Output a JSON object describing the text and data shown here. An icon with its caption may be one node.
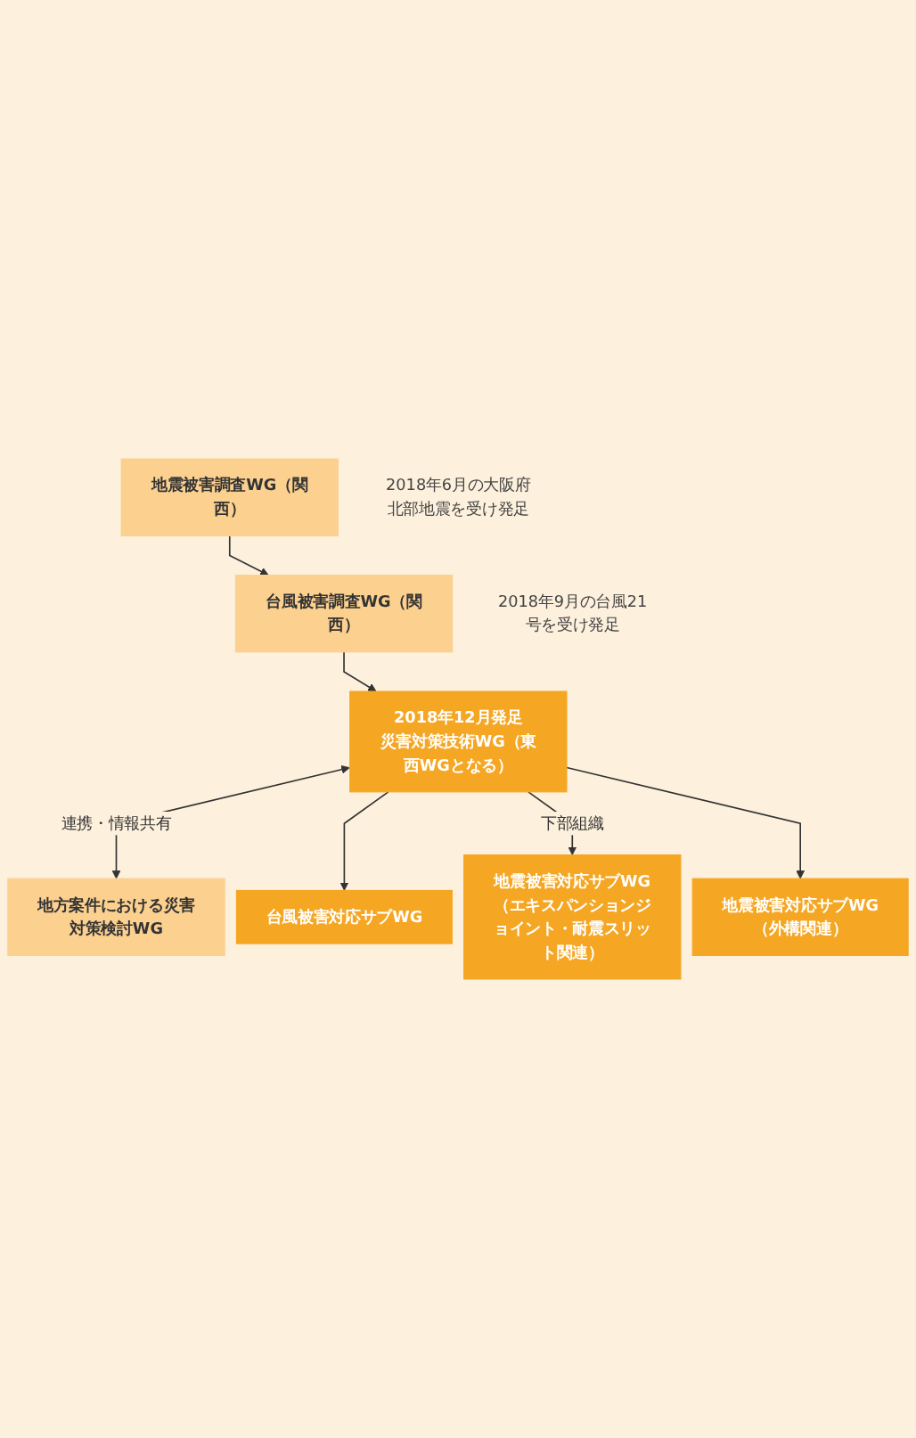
{
  "diagram": {
    "nodes": [
      {
        "text": [
          "地震被害調査WG（関西）"
        ],
        "beside": [
          "2018年6月の大阪府北部地震を受け発足"
        ]
      },
      {
        "text": [
          "台風被害調査WG（関西）"
        ],
        "beside": [
          "2018年9月の台風21号を受け発足"
        ]
      },
      {
        "text": [
          "2018年12月発足",
          "災害対策技術WG（東西WGとなる）"
        ]
      },
      {
        "text": [
          "地方案件における災害対策検討WG"
        ]
      },
      {
        "text": [
          "台風被害対応サブWG"
        ]
      },
      {
        "text": [
          "地震被害対応サブWG",
          "（エキスパンションジョイント・耐震スリット関連）"
        ]
      },
      {
        "text": [
          "地震被害対応サブWG",
          "（外構関連）"
        ]
      }
    ],
    "edges": [
      {
        "from": 0,
        "to": 1,
        "arrow": "to"
      },
      {
        "from": 1,
        "to": 2,
        "arrow": "to"
      },
      {
        "from": 2,
        "to": 3,
        "arrow": "both",
        "label": "連携・情報共有"
      },
      {
        "from": 2,
        "to": 4,
        "arrow": "to"
      },
      {
        "from": 2,
        "to": 5,
        "arrow": "to",
        "label": "下部組織"
      },
      {
        "from": 2,
        "to": 6,
        "arrow": "to"
      }
    ]
  }
}
